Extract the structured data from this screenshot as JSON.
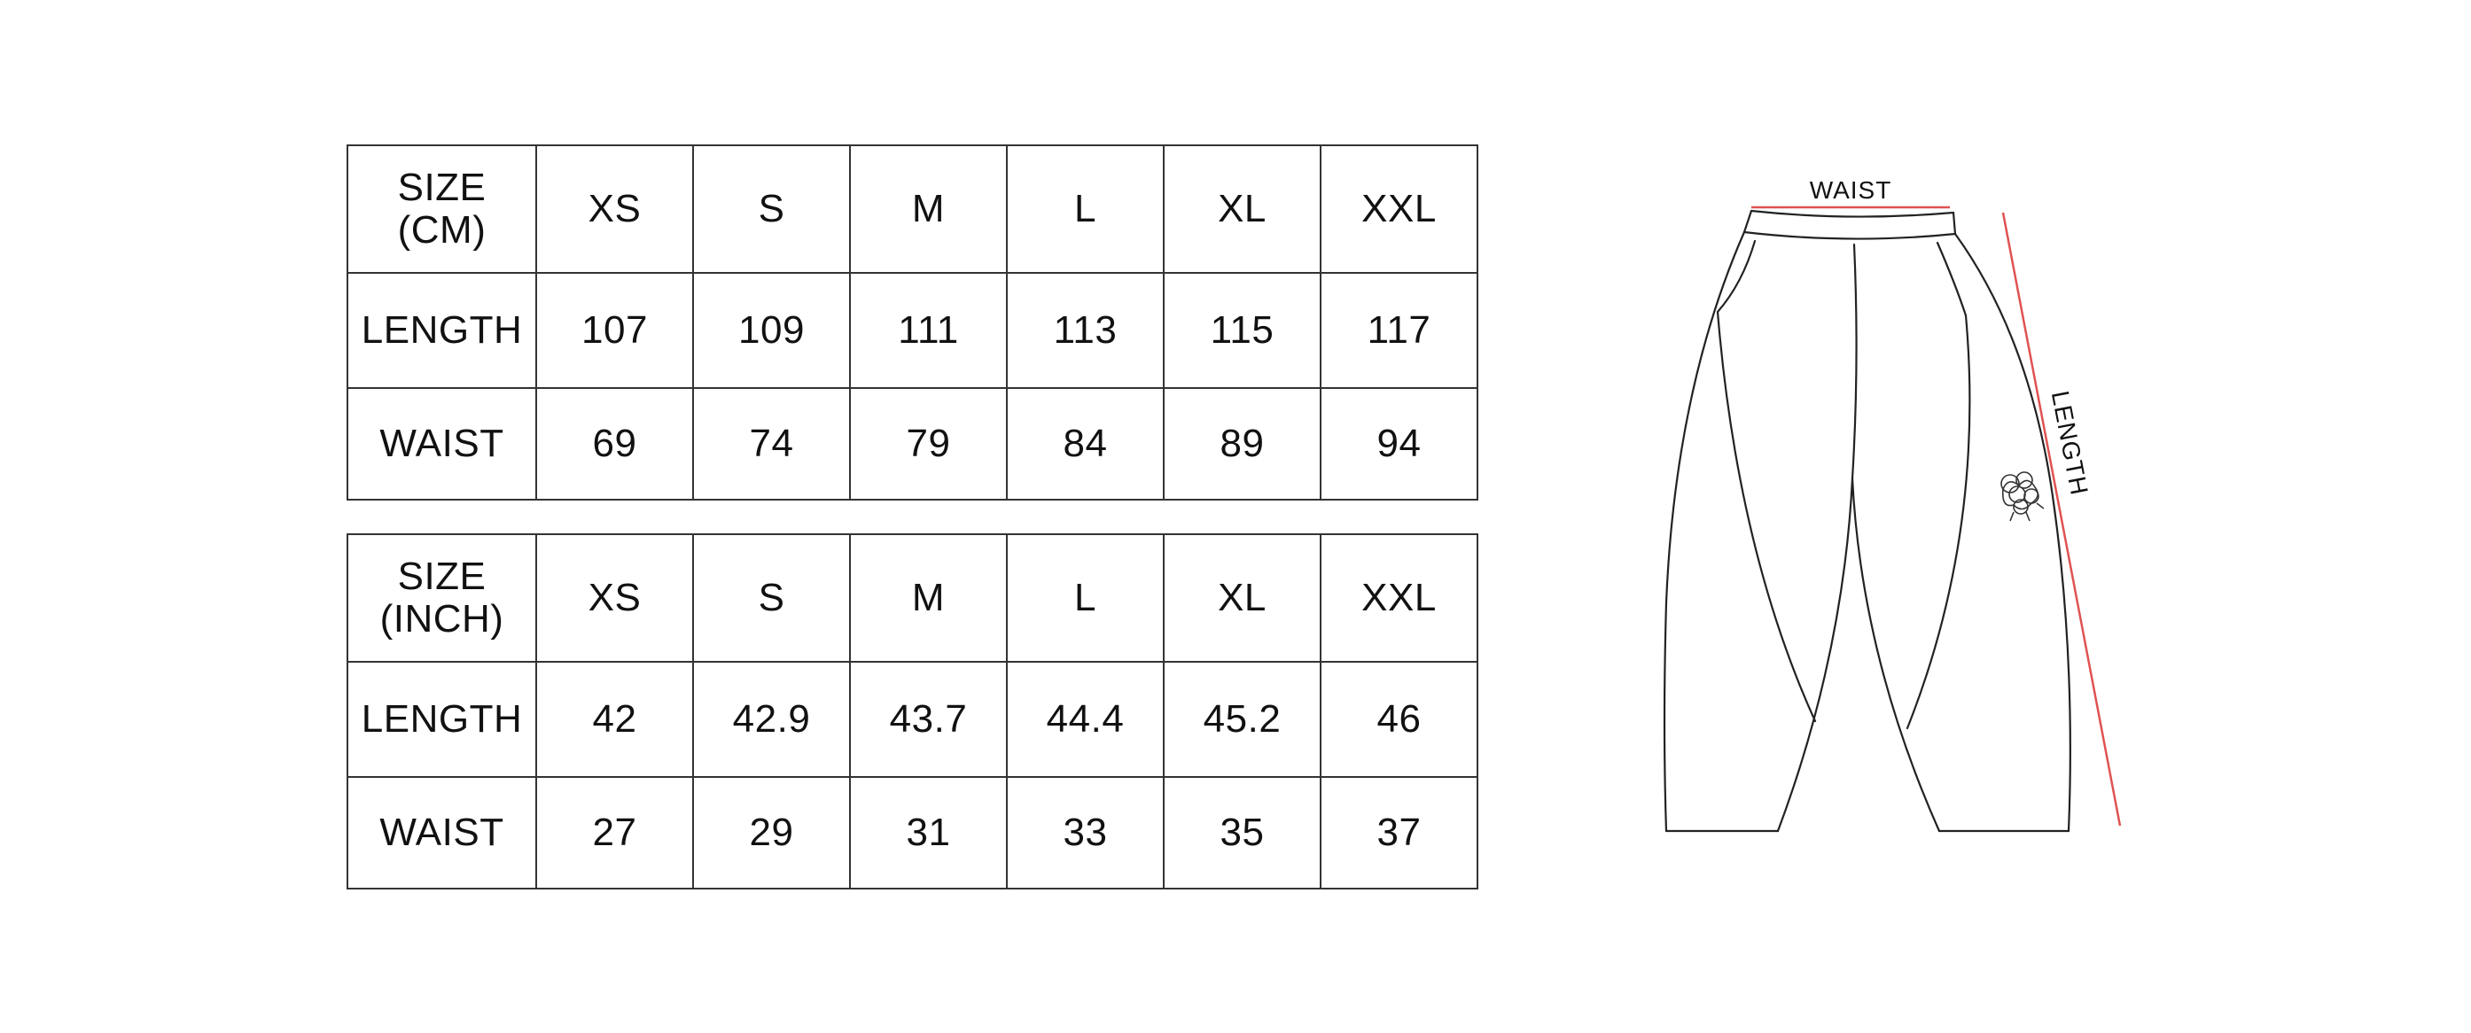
{
  "tables": [
    {
      "header_line1": "SIZE",
      "header_line2": "(CM)",
      "sizes": [
        "XS",
        "S",
        "M",
        "L",
        "XL",
        "XXL"
      ],
      "rows": [
        {
          "label": "LENGTH",
          "values": [
            "107",
            "109",
            "111",
            "113",
            "115",
            "117"
          ]
        },
        {
          "label": "WAIST",
          "values": [
            "69",
            "74",
            "79",
            "84",
            "89",
            "94"
          ]
        }
      ]
    },
    {
      "header_line1": "SIZE",
      "header_line2": "(INCH)",
      "sizes": [
        "XS",
        "S",
        "M",
        "L",
        "XL",
        "XXL"
      ],
      "rows": [
        {
          "label": "LENGTH",
          "values": [
            "42",
            "42.9",
            "43.7",
            "44.4",
            "45.2",
            "46"
          ]
        },
        {
          "label": "WAIST",
          "values": [
            "27",
            "29",
            "31",
            "33",
            "35",
            "37"
          ]
        }
      ]
    }
  ],
  "diagram": {
    "waist_label": "WAIST",
    "length_label": "LENGTH",
    "measure_line_color": "#e05252",
    "outline_color": "#222222"
  }
}
